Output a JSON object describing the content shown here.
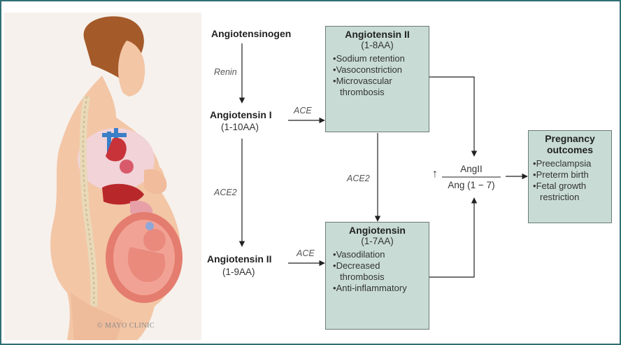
{
  "copyright": "© MAYO CLINIC",
  "left_column": {
    "angiotensinogen": "Angiotensinogen",
    "renin": "Renin",
    "ang1_name": "Angiotensin I",
    "ang1_code": "(1-10AA)",
    "ace2_label": "ACE2",
    "ang2_name": "Angiotensin II",
    "ang2_code": "(1-9AA)",
    "ace_top": "ACE",
    "ace_bottom": "ACE"
  },
  "box_angII": {
    "title": "Angiotensin II",
    "code": "(1-8AA)",
    "items": [
      "Sodium retention",
      "Vasoconstriction",
      "Microvascular thrombosis"
    ]
  },
  "box_ang17": {
    "title": "Angiotensin",
    "code": "(1-7AA)",
    "items": [
      "Vasodilation",
      "Decreased thrombosis",
      "Anti-inflammatory"
    ]
  },
  "middle": {
    "ace2_label": "ACE2",
    "up_arrow": "↑",
    "ratio_numerator": "AngII",
    "ratio_denominator": "Ang (1 − 7)"
  },
  "box_outcomes": {
    "title_line1": "Pregnancy",
    "title_line2": "outcomes",
    "items": [
      "Preeclampsia",
      "Preterm birth",
      "Fetal growth restriction"
    ]
  },
  "colors": {
    "box_fill": "#c8dcd5",
    "frame": "#2f6f73"
  }
}
